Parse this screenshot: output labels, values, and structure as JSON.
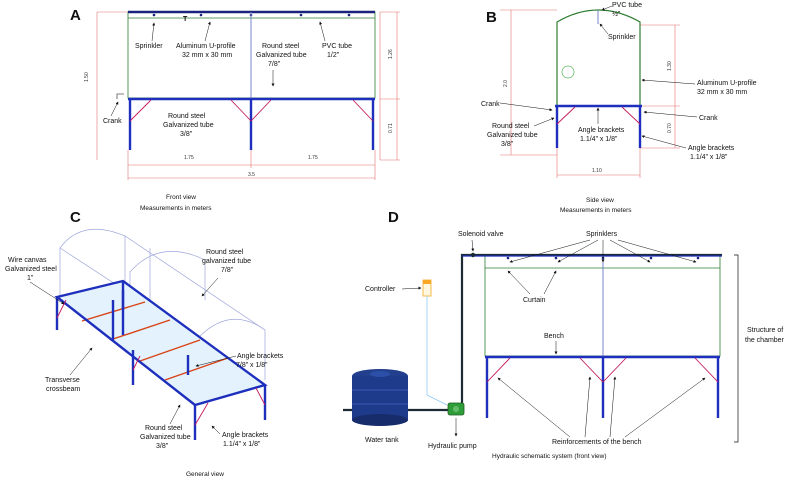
{
  "panels": {
    "a": "A",
    "b": "B",
    "c": "C",
    "d": "D"
  },
  "front": {
    "t_mark": "T",
    "sprinkler": "Sprinkler",
    "u_profile_1": "Aluminum U-profile",
    "u_profile_2": "32 mm x 30 mm",
    "steel_tube_1": "Round steel",
    "steel_tube_2": "Galvanized tube",
    "steel_tube_3": "7/8”",
    "pvc_1": "PVC tube",
    "pvc_2": "1/2”",
    "crank": "Crank",
    "leg_1": "Round steel",
    "leg_2": "Galvanized tube",
    "leg_3": "3/8”",
    "dim_150": "1.50",
    "dim_126": "1.26",
    "dim_071": "0.71",
    "dim_175a": "1.75",
    "dim_175b": "1.75",
    "dim_35": "3.5",
    "caption_1": "Front view",
    "caption_2": "Measurements in meters"
  },
  "side": {
    "pvc_1": "PVC tube",
    "pvc_2": "½”",
    "sprinkler": "Sprinkler",
    "u_profile_1": "Aluminum U-profile",
    "u_profile_2": "32 mm x 30 mm",
    "crank_left": "Crank",
    "crank_right": "Crank",
    "leg_1": "Round steel",
    "leg_2": "Galvanized tube",
    "leg_3": "3/8”",
    "bracket_mid_1": "Angle brackets",
    "bracket_mid_2": "1.1/4” x 1/8”",
    "bracket_right_1": "Angle brackets",
    "bracket_right_2": "1.1/4” x 1/8”",
    "dim_20": "2.0",
    "dim_130": "1.30",
    "dim_070": "0.70",
    "dim_110": "1.10",
    "caption_1": "Side view",
    "caption_2": "Measurements in meters"
  },
  "general": {
    "wire_1": "Wire canvas",
    "wire_2": "Galvanized steel",
    "wire_3": "1”",
    "arch_1": "Round steel",
    "arch_2": "galvanized tube",
    "arch_3": "7/8”",
    "bracket_1": "Angle brackets",
    "bracket_2": "7/8” x 1/8”",
    "cross_1": "Transverse",
    "cross_2": "crossbeam",
    "leg_1": "Round steel",
    "leg_2": "Galvanized tube",
    "leg_3": "3/8”",
    "bracket_b1": "Angle brackets",
    "bracket_b2": "1.1/4” x 1/8”",
    "caption": "General view"
  },
  "hydraulic": {
    "solenoid": "Solenoid valve",
    "sprinklers": "Sprinklers",
    "controller": "Controller",
    "curtain": "Curtain",
    "bench": "Bench",
    "structure_1": "Structure of",
    "structure_2": "the chamber",
    "tank": "Water tank",
    "pump": "Hydraulic pump",
    "reinforcements": "Reinforcements of the bench",
    "caption": "Hydraulic schematic system (front view)"
  }
}
